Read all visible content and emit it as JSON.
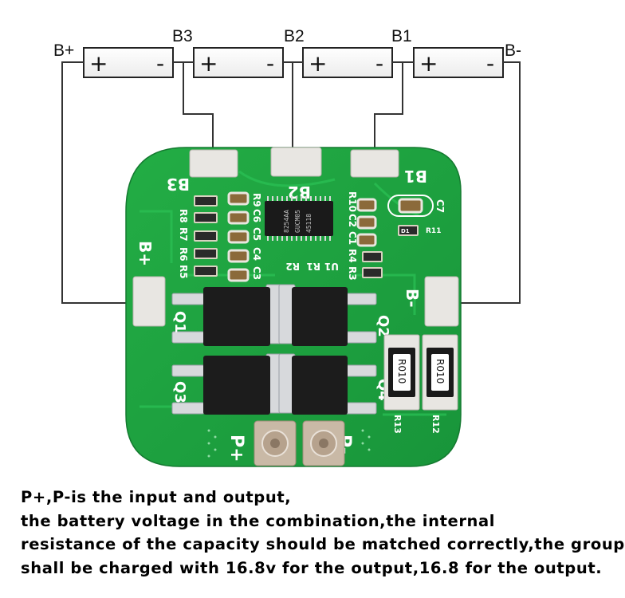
{
  "diagram": {
    "battery_nodes": [
      {
        "id": "bplus",
        "label": "B+"
      },
      {
        "id": "b3",
        "label": "B3"
      },
      {
        "id": "b2",
        "label": "B2"
      },
      {
        "id": "b1",
        "label": "B1"
      },
      {
        "id": "bminus",
        "label": "B-"
      }
    ],
    "cell_polarity": {
      "positive": "+",
      "negative": "-"
    },
    "pcb": {
      "pads": {
        "b3": "B3",
        "b2": "B2",
        "b1": "B1",
        "bplus": "B+",
        "bminus": "B-",
        "pplus": "P+",
        "pminus": "P-"
      },
      "mosfets": [
        "Q1",
        "Q2",
        "Q3",
        "Q4"
      ],
      "shunt_label": "R010",
      "shunts": [
        "R13",
        "R12"
      ],
      "ic_text": [
        "8254AA",
        "GUCM05",
        "45118"
      ],
      "left_components": [
        "R9",
        "C6",
        "R8",
        "R7",
        "C5",
        "C4",
        "R6",
        "R5",
        "C3"
      ],
      "right_components": [
        "R10",
        "C2",
        "C1",
        "R4",
        "R3"
      ],
      "misc_labels": [
        "R2",
        "R1",
        "U1",
        "C7",
        "R11",
        "D1"
      ],
      "colors": {
        "board": "#1fa13f",
        "silk": "#ffffff",
        "pad": "#e8e6e2",
        "wire": "#333333"
      }
    }
  },
  "caption": {
    "lines": [
      "P+,P-is the input and output,",
      "the battery voltage in the combination,the internal",
      "resistance of the capacity should be matched correctly,the group",
      "shall be charged with 16.8v for the output,16.8 for the output."
    ]
  }
}
